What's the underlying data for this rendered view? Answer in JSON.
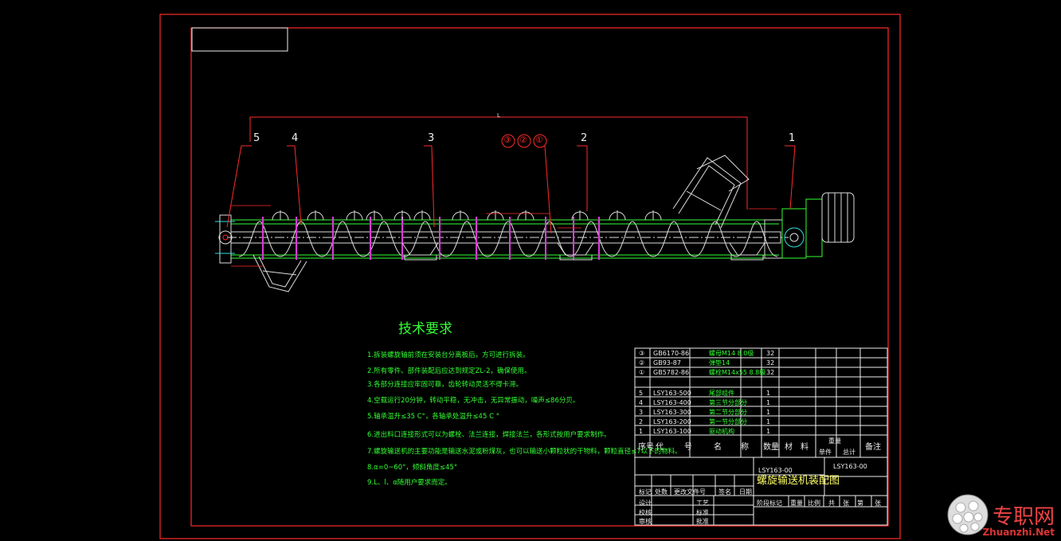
{
  "callouts": [
    "5",
    "4",
    "3",
    "③",
    "②",
    "①",
    "2",
    "1"
  ],
  "dim_L": "L",
  "tech_req": {
    "title": "技术要求",
    "items": [
      "1.拆装螺旋轴前须在安装台分离板后，方可进行拆装。",
      "2.所有零件、部件装配后应达到规定ZL-2，确保使用。",
      "3.各部分连接应牢固可靠，齿轮转动灵活不得卡滞。",
      "4.空载运行20分钟，转动平稳，无冲击，无异常振动，噪声≤86分贝。",
      "5.轴承温升≤35 C°，各轴承处温升≤45 C °",
      "6.进出料口连接形式可以为螺栓、法兰连接，焊接法兰，各形式按用户要求制作。",
      "7.螺旋输送机的主要功能是输送水泥或粉煤灰，也可以输送小颗粒状的干物料，颗粒直径≤7以下的物料。",
      "8.α=0~60°，倾斜角度≤45°",
      "9.L、l、α随用户要求而定。"
    ]
  },
  "bom": {
    "rows": [
      {
        "no": "③",
        "code": "GB6170-86",
        "name": "螺母M14 8.0级",
        "qty": "32"
      },
      {
        "no": "②",
        "code": "GB93-87",
        "name": "弹垫14",
        "qty": "32"
      },
      {
        "no": "①",
        "code": "GB5782-86",
        "name": "螺栓M14x55 8.8级",
        "qty": "32"
      },
      {
        "no": "5",
        "code": "LSY163-500",
        "name": "尾部组件",
        "qty": "1"
      },
      {
        "no": "4",
        "code": "LSY163-400",
        "name": "第三节分部分",
        "qty": "1"
      },
      {
        "no": "3",
        "code": "LSY163-300",
        "name": "第二节分部分",
        "qty": "1"
      },
      {
        "no": "2",
        "code": "LSY163-200",
        "name": "第一节分部分",
        "qty": "1"
      },
      {
        "no": "1",
        "code": "LSY163-100",
        "name": "驱动机构",
        "qty": "1"
      }
    ],
    "header": [
      "序号",
      "代号",
      "名称",
      "数量",
      "材料",
      "单件",
      "总计",
      "备注"
    ],
    "header_weight": "重量"
  },
  "title_block": {
    "drawing_code": "LSY163-00",
    "drawing_code2": "LSY163-00",
    "drawing_name": "螺旋输送机装配图",
    "rev_labels": [
      "标记",
      "处数",
      "更改文件号",
      "签名",
      "日期"
    ],
    "role_labels": [
      "设计",
      "校核",
      "审核"
    ],
    "role_labels2": [
      "工艺",
      "标准",
      "批准"
    ],
    "stage_labels": [
      "阶段标记",
      "重量",
      "比例"
    ],
    "sheet_labels": [
      "共",
      "张",
      "第",
      "张"
    ]
  },
  "watermark": {
    "cn": "专职网",
    "en": "Zhuanzhi.Net"
  },
  "colors": {
    "border": "#ff2a2a",
    "green": "#33ff33",
    "magenta": "#d83bd8",
    "yellow": "#ffff66",
    "white": "#eeeeee",
    "cyan": "#33dddd"
  }
}
